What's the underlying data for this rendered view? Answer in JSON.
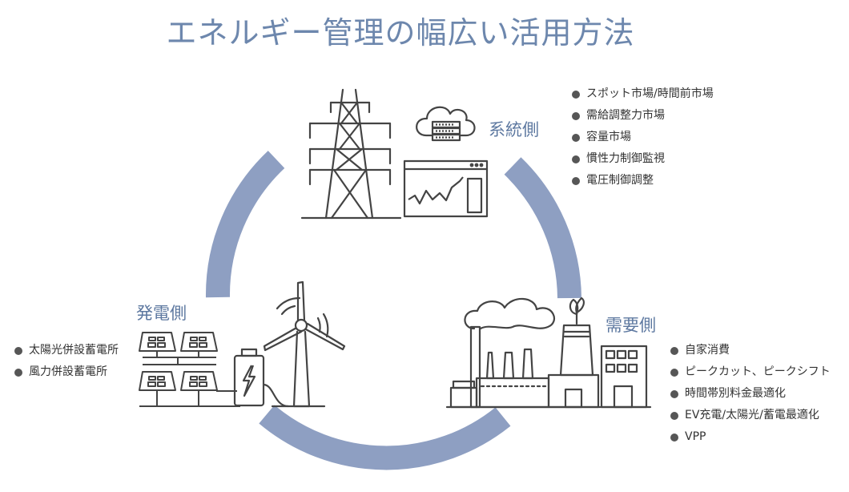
{
  "title": "エネルギー管理の幅広い活用方法",
  "colors": {
    "title": "#6d87ad",
    "ring": "#8e9fc2",
    "icon_stroke": "#444444"
  },
  "sections": {
    "grid": {
      "label": "系統側",
      "items": [
        "スポット市場/時間前市場",
        "需給調整力市場",
        "容量市場",
        "慣性力制御監視",
        "電圧制御調整"
      ]
    },
    "generation": {
      "label": "発電側",
      "items": [
        "太陽光併設蓄電所",
        "風力併設蓄電所"
      ]
    },
    "demand": {
      "label": "需要側",
      "items": [
        "自家消費",
        "ピークカット、ピークシフト",
        "時間帯別料金最適化",
        "EV充電/太陽光/蓄電最適化",
        "VPP"
      ]
    }
  },
  "icons": [
    "transmission-tower-icon",
    "cloud-server-icon",
    "monitor-chart-icon",
    "solar-panel-icon",
    "battery-icon",
    "wind-turbine-icon",
    "factory-icon"
  ]
}
